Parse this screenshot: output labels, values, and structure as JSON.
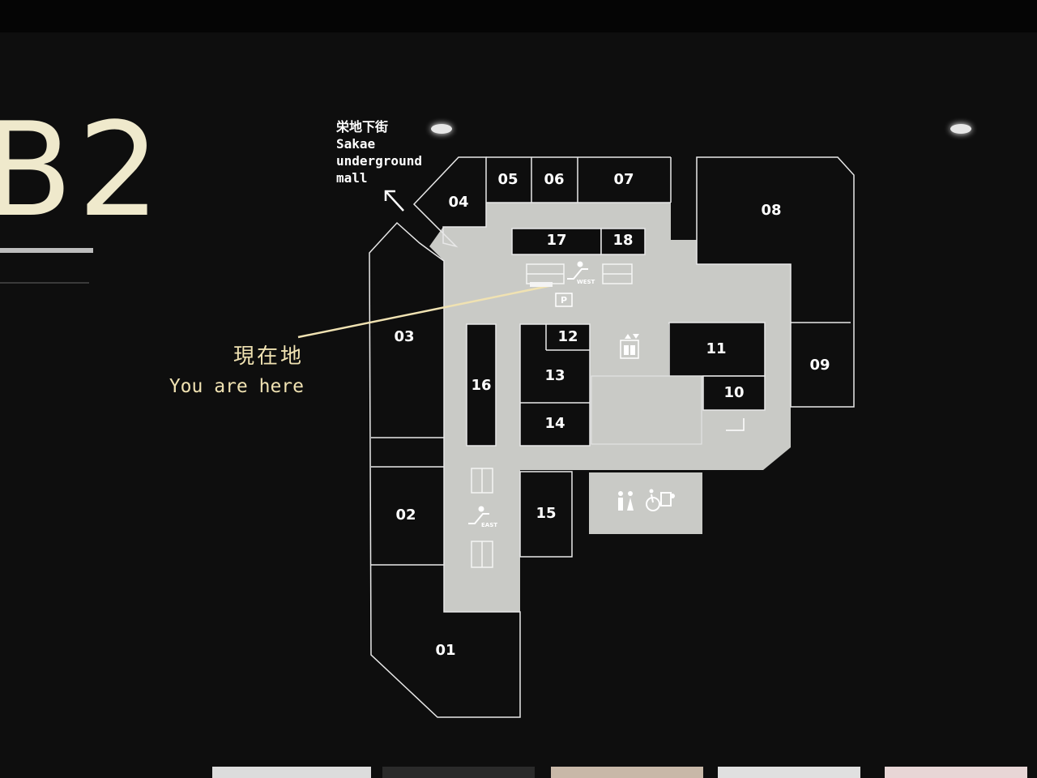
{
  "floor": "B2",
  "exit_label": {
    "ja": "栄地下街",
    "en_line1": "Sakae",
    "en_line2": "underground",
    "en_line3": "mall"
  },
  "you_are_here": {
    "ja": "現在地",
    "en": "You are here"
  },
  "units": [
    "01",
    "02",
    "03",
    "04",
    "05",
    "06",
    "07",
    "08",
    "09",
    "10",
    "11",
    "12",
    "13",
    "14",
    "15",
    "16",
    "17",
    "18"
  ],
  "escalator_labels": {
    "west": "WEST",
    "east": "EAST"
  },
  "colors": {
    "background": "#0e0e0e",
    "corridor": "#c9cac6",
    "outline": "#e8e8e8",
    "you_are_here_text": "#f0e2b2",
    "floor_label": "#efe9cc"
  },
  "icons": [
    "escalator-icon",
    "elevator-icon",
    "restroom-icon",
    "accessible-restroom-icon",
    "parking-icon"
  ]
}
